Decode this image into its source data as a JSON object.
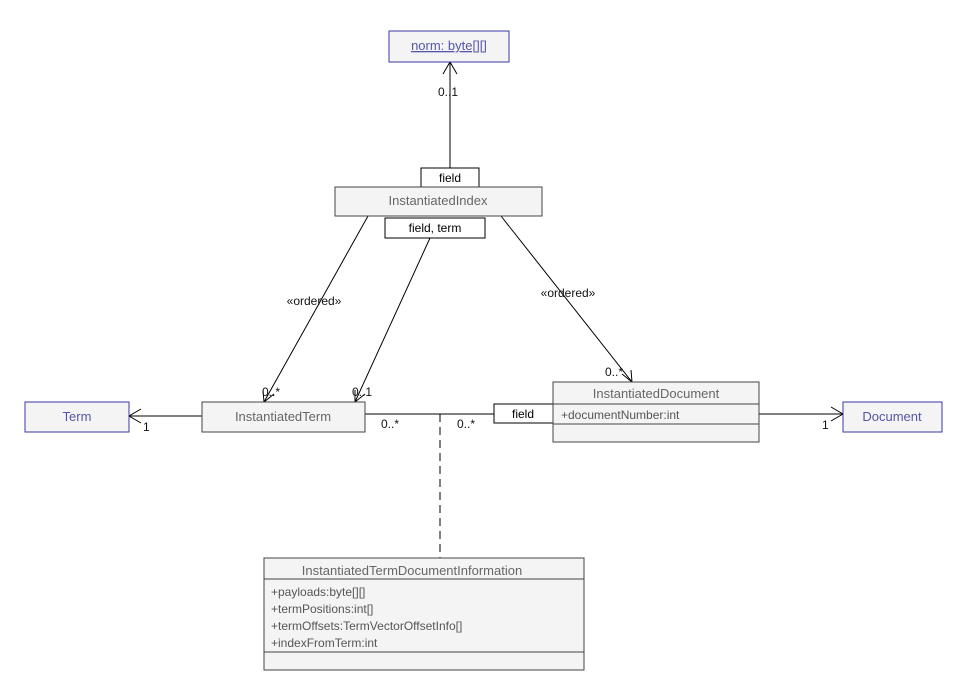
{
  "classes": {
    "norm": "norm: byte[][]",
    "instantiated_index": "InstantiatedIndex",
    "term": "Term",
    "instantiated_term": "InstantiatedTerm",
    "instantiated_document": "InstantiatedDocument",
    "document": "Document",
    "term_doc_info": "InstantiatedTermDocumentInformation"
  },
  "attributes": {
    "instantiated_document": [
      "+documentNumber:int"
    ],
    "term_doc_info": [
      "+payloads:byte[][]",
      "+termPositions:int[]",
      "+termOffsets:TermVectorOffsetInfo[]",
      "+indexFromTerm:int"
    ]
  },
  "qualifiers": {
    "index_field": "field",
    "index_field_term": "field, term",
    "document_field": "field"
  },
  "stereotypes": {
    "index_to_term": "«ordered»",
    "index_to_document": "«ordered»"
  },
  "multiplicities": {
    "norm": "0..1",
    "term_ordered": "0..*",
    "term_qualified": "0..1",
    "term_one": "1",
    "term_side": "0..*",
    "document_side": "0..*",
    "document_ordered": "0..*",
    "document_one": "1"
  },
  "colors": {
    "external_border": "#3a3aa6",
    "external_text": "#5555aa",
    "box_fill": "#f4f4f4",
    "box_border": "#444444"
  }
}
